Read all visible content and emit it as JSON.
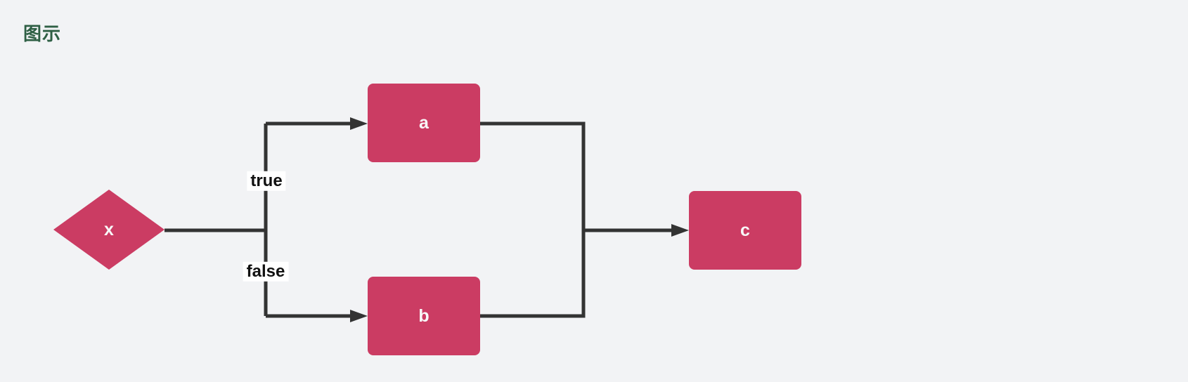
{
  "page": {
    "background_color": "#f2f3f5"
  },
  "title": {
    "text": "图示",
    "color": "#2e5f44"
  },
  "diagram": {
    "type": "flowchart",
    "direction": "left-to-right",
    "node_fill_color": "#cb3c63",
    "node_text_color": "#f8f8f8",
    "edge_color": "#333333",
    "edge_label_background": "#ffffff",
    "edge_label_text_color": "#111111",
    "nodes": [
      {
        "id": "x",
        "label": "x",
        "shape": "diamond"
      },
      {
        "id": "a",
        "label": "a",
        "shape": "rect"
      },
      {
        "id": "b",
        "label": "b",
        "shape": "rect"
      },
      {
        "id": "c",
        "label": "c",
        "shape": "rect"
      }
    ],
    "edges": [
      {
        "from": "x",
        "to": "a",
        "label": "true"
      },
      {
        "from": "x",
        "to": "b",
        "label": "false"
      },
      {
        "from": "a",
        "to": "c",
        "label": ""
      },
      {
        "from": "b",
        "to": "c",
        "label": ""
      }
    ]
  }
}
